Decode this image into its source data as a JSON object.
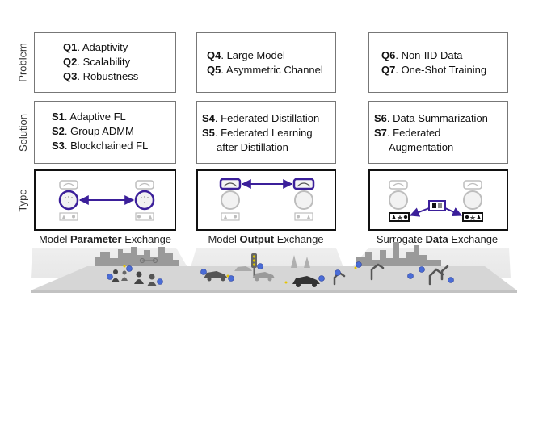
{
  "rows": {
    "problem": "Problem",
    "solution": "Solution",
    "type": "Type"
  },
  "columns": [
    {
      "problems": [
        {
          "id": "Q1",
          "text": ". Adaptivity"
        },
        {
          "id": "Q2",
          "text": ". Scalability"
        },
        {
          "id": "Q3",
          "text": ". Robustness"
        }
      ],
      "solutions": [
        {
          "id": "S1",
          "text": ". Adaptive FL"
        },
        {
          "id": "S2",
          "text": ". Group ADMM"
        },
        {
          "id": "S3",
          "text": ". Blockchained FL"
        }
      ],
      "caption": {
        "before": "Model ",
        "bold": "Parameter",
        "after": " Exchange"
      }
    },
    {
      "problems": [
        {
          "id": "Q4",
          "text": ". Large Model"
        },
        {
          "id": "Q5",
          "text": ". Asymmetric Channel"
        }
      ],
      "solutions": [
        {
          "id": "S4",
          "text": ". Federated Distillation"
        },
        {
          "id": "S5",
          "text": ". Federated Learning"
        },
        {
          "id": "",
          "text": "after Distillation"
        }
      ],
      "caption": {
        "before": "Model ",
        "bold": "Output",
        "after": " Exchange"
      }
    },
    {
      "problems": [
        {
          "id": "Q6",
          "text": ". Non-IID Data"
        },
        {
          "id": "Q7",
          "text": ". One-Shot Training"
        }
      ],
      "solutions": [
        {
          "id": "S6",
          "text": ". Data Summarization"
        },
        {
          "id": "S7",
          "text": ". Federated"
        },
        {
          "id": "",
          "text": "Augmentation"
        }
      ],
      "caption": {
        "before": "Surrogate ",
        "bold": "Data",
        "after": " Exchange"
      }
    }
  ],
  "colors": {
    "accent": "#3b1f9a",
    "faded": "#bdbdbd",
    "ground": "#d8d8d8"
  },
  "icons": [
    "neural-network-icon",
    "activation-curve-icon",
    "data-symbols-icon",
    "city-skyline-icon",
    "car-icon",
    "drone-icon",
    "robot-arm-icon",
    "traffic-light-icon",
    "person-icon"
  ]
}
